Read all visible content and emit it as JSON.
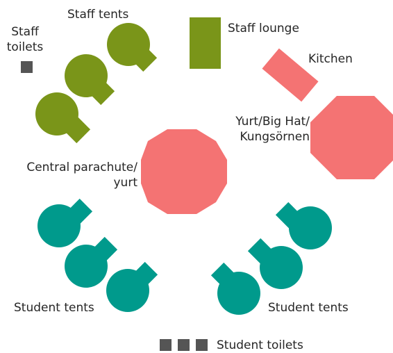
{
  "colors": {
    "staff": "#7a9519",
    "student": "#009a8c",
    "communal": "#f47373",
    "toilet": "#555555",
    "text": "#262626",
    "background": "#ffffff"
  },
  "labels": {
    "staff_tents": "Staff tents",
    "staff_toilets_line1": "Staff",
    "staff_toilets_line2": "toilets",
    "staff_lounge": "Staff lounge",
    "kitchen": "Kitchen",
    "yurt_line1": "Yurt/Big Hat/",
    "yurt_line2": "Kungsörnen",
    "central_line1": "Central parachute/",
    "central_line2": "yurt",
    "student_tents_left": "Student tents",
    "student_tents_right": "Student tents",
    "student_toilets": "Student toilets"
  },
  "icons": {
    "staff_tent": "tent-icon",
    "student_tent": "tent-icon",
    "toilet": "toilet-icon",
    "lounge": "building-icon",
    "kitchen": "building-icon",
    "yurt": "octagon-icon",
    "central": "polygon-icon"
  }
}
